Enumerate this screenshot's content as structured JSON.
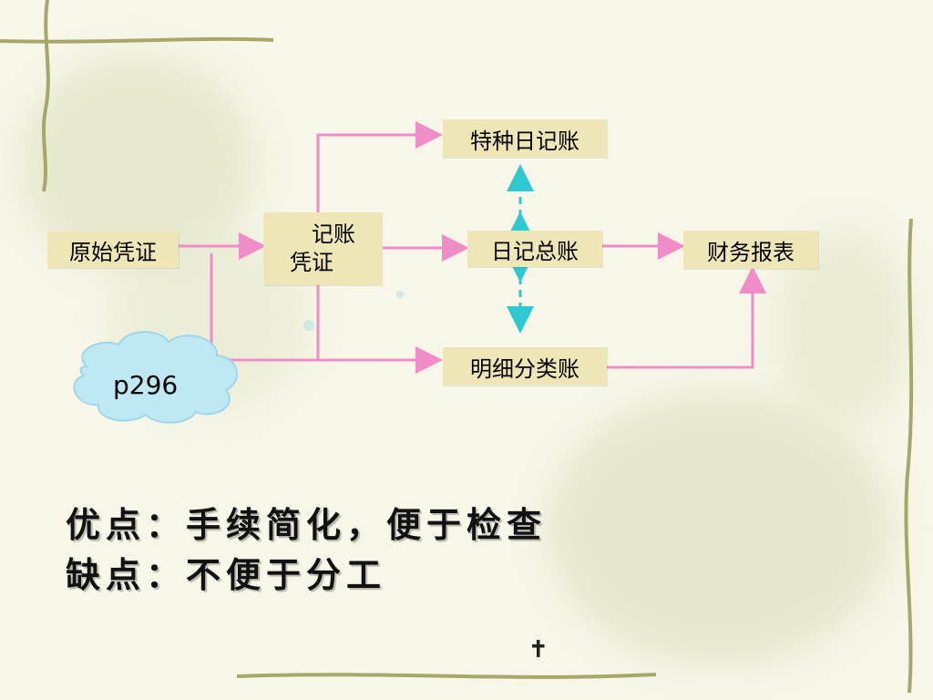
{
  "nodes": {
    "original_voucher": "原始凭证",
    "bookkeeping_voucher_line1": "记账",
    "bookkeeping_voucher_line2": "凭证",
    "special_journal": "特种日记账",
    "journal_ledger": "日记总账",
    "subsidiary_ledger": "明细分类账",
    "financial_statements": "财务报表"
  },
  "cloud": {
    "label": "p296"
  },
  "notes": {
    "advantages": "优点：手续简化，便于检查",
    "disadvantages": "缺点：不便于分工"
  },
  "colors": {
    "arrow": "#f08cc8",
    "dashed_arrow": "#2ec8d0",
    "box": "#efe6b8",
    "cloud": "#bfe8f5",
    "vine": "#a6a86a"
  },
  "decor": {
    "figure_glyph": "✝"
  }
}
